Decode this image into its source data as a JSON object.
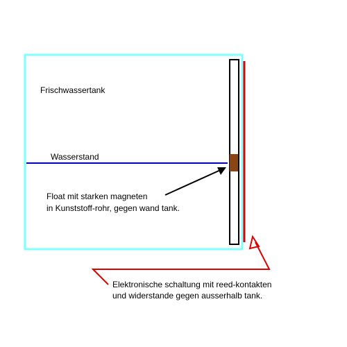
{
  "labels": {
    "tank": "Frischwassertank",
    "water_level": "Wasserstand",
    "float_line1": "Float mit starken magneten",
    "float_line2": "in Kunststoff-rohr, gegen wand tank.",
    "circuit_line1": "Elektronische schaltung mit reed-kontakten",
    "circuit_line2": "und widerstande gegen ausserhalb tank."
  },
  "colors": {
    "tank_outline": "#80ffff",
    "water_line": "#0000c0",
    "tube": "#000000",
    "float": "#8b4513",
    "circuit": "#e00000",
    "text": "#000000"
  }
}
